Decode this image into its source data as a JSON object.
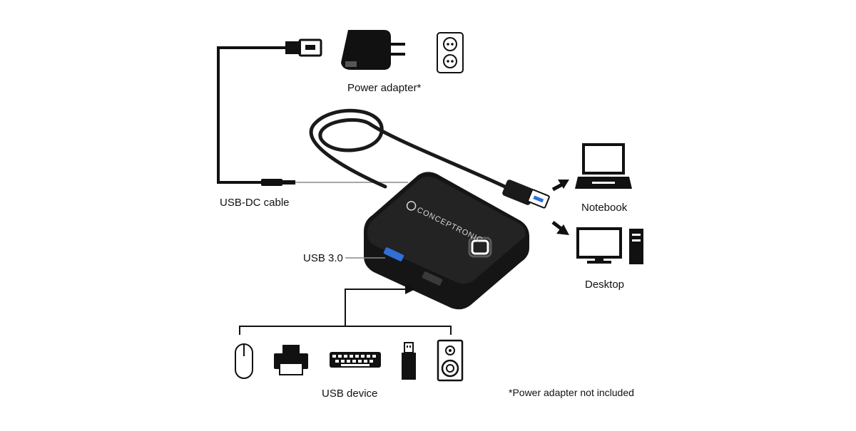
{
  "labels": {
    "power_adapter": "Power adapter*",
    "usb_dc_cable": "USB-DC cable",
    "usb_30": "USB 3.0",
    "notebook": "Notebook",
    "desktop": "Desktop",
    "usb_device": "USB device",
    "footnote": "*Power adapter not included"
  },
  "brand": "CONCEPTRONIC",
  "colors": {
    "ink": "#111111",
    "hub_body": "#1b1b1b",
    "usb3_port": "#2f6fd6"
  },
  "icons": [
    "usb-plug-icon",
    "power-adapter-icon",
    "wall-socket-icon",
    "laptop-icon",
    "desktop-icon",
    "mouse-icon",
    "printer-icon",
    "keyboard-icon",
    "usb-stick-icon",
    "speaker-icon"
  ]
}
